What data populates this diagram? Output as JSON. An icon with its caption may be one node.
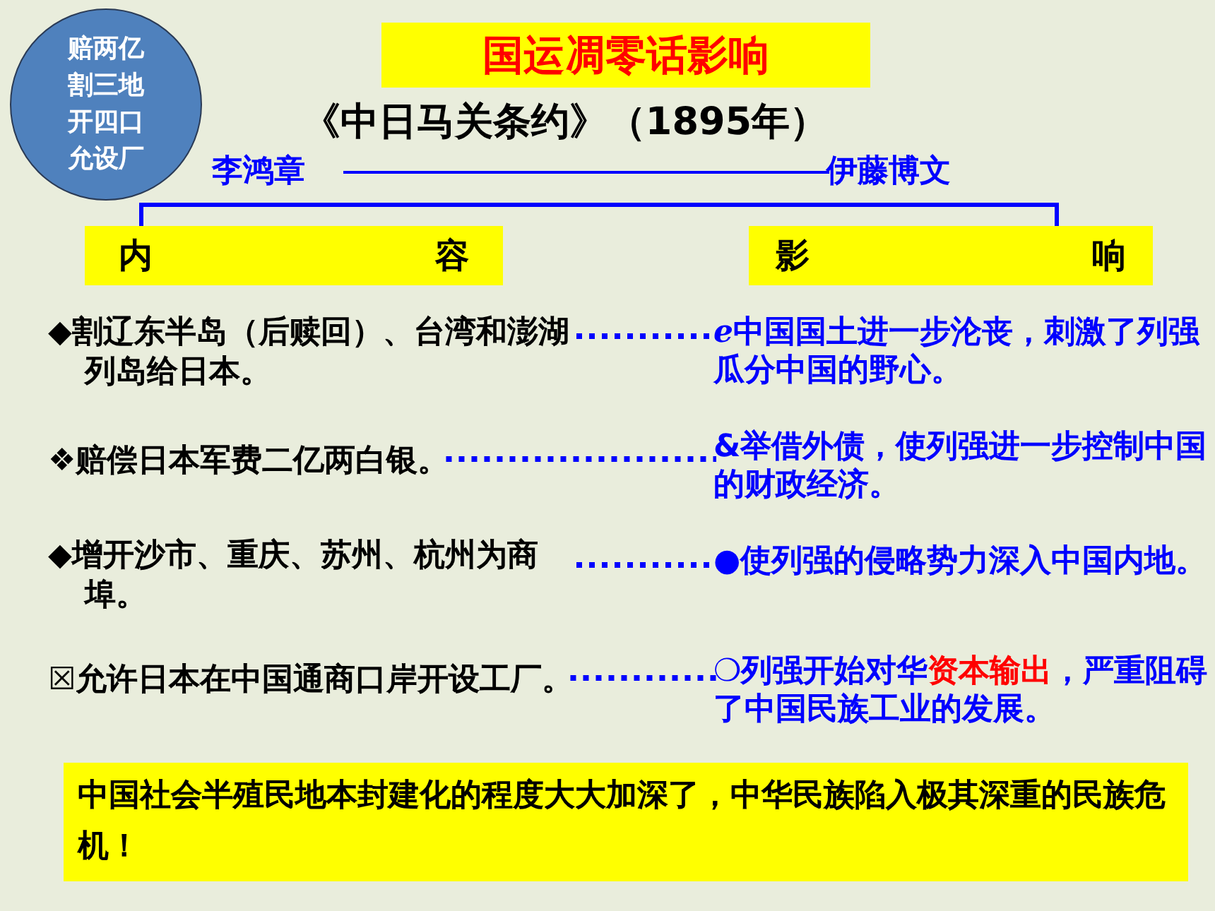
{
  "diagram": {
    "nodes": [
      {
        "text": [
          "国运凋零话影响"
        ]
      },
      {
        "text": [
          "李鸿章"
        ]
      },
      {
        "text": [
          "伊藤博文"
        ]
      },
      {
        "text": [
          "内 容"
        ]
      },
      {
        "text": [
          "影 响"
        ]
      },
      {
        "text": [
          "◆割辽东半岛（后赎回）、台湾和澎湖列岛给日本。"
        ]
      },
      {
        "text": [
          "❖赔偿日本军费二亿两白银。"
        ]
      },
      {
        "text": [
          "◆增开沙市、重庆、苏州、杭州为商埠。"
        ]
      },
      {
        "text": [
          "☒允许日本在中国通商口岸开设工厂。"
        ]
      },
      {
        "text": [
          "ℯ中国国土进一步沦丧，刺激了列强瓜分中国的野心。"
        ]
      },
      {
        "text": [
          "&举借外债，使列强进一步控制中国的财政经济。"
        ]
      },
      {
        "text": [
          "●使列强的侵略势力深入中国内地。"
        ]
      },
      {
        "text": [
          "❍列强开始对华",
          "资本输出",
          "，严重阻碍了中国民族工业的发展。"
        ]
      },
      {
        "text": [
          "赔两亿",
          "割三地",
          "开四口",
          "允设厂"
        ]
      },
      {
        "text": [
          "中国社会半殖民地本封建化的程度大大加深了，中华民族陷入极其深重的民族危机！"
        ]
      }
    ],
    "edges": [
      {
        "from": 1,
        "to": 2,
        "arrow": "none"
      },
      {
        "from": 3,
        "to": 4,
        "arrow": "none"
      },
      {
        "from": 5,
        "to": 9,
        "arrow": "none",
        "style": "dashed"
      },
      {
        "from": 6,
        "to": 10,
        "arrow": "none",
        "style": "dashed"
      },
      {
        "from": 7,
        "to": 11,
        "arrow": "none",
        "style": "dashed"
      },
      {
        "from": 8,
        "to": 12,
        "arrow": "none",
        "style": "dashed"
      }
    ],
    "labels": [
      "《中日马关条约》（1895年）"
    ]
  }
}
